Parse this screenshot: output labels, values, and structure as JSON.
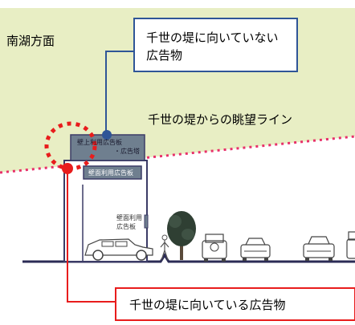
{
  "labels": {
    "direction": "南湖方面",
    "sightline": "千世の堤からの眺望ライン",
    "callout_not_facing": "千世の堤に向いていない\n広告物",
    "callout_facing": "千世の堤に向いている広告物",
    "sign_rooftop": "壁上利用広告板",
    "sign_rooftop_sub": "・広告塔",
    "sign_wall": "壁面利用広告板",
    "sign_side_line1": "壁面利用",
    "sign_side_line2": "広告板"
  },
  "colors": {
    "area_fill": "#e8eec4",
    "sightline": "#e8306a",
    "leader_blue": "#2f5597",
    "leader_red": "#e81c1c",
    "building_sign": "#6f7f8f",
    "building_frame": "#3b3b66"
  },
  "icons": [
    "car-icon",
    "tree-icon",
    "person-icon"
  ]
}
